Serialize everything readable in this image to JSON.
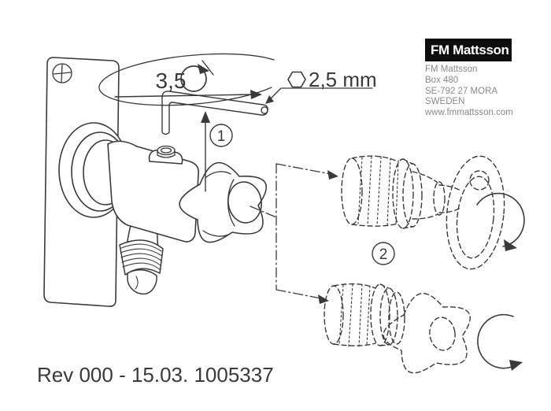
{
  "page": {
    "background": "#ffffff",
    "ink_color": "#3a3a3a"
  },
  "branding": {
    "logo_text": "FM Mattsson",
    "logo_bg": "#0d0d0d",
    "logo_fg": "#ffffff",
    "address_lines": [
      "FM Mattsson",
      "Box 480",
      "SE-792 27 MORA",
      "SWEDEN",
      "www.fmmattsson.com"
    ]
  },
  "annotations": {
    "torque_value": "3,5",
    "hex_key_size": "2,5 mm",
    "step1": "1",
    "step2": "2"
  },
  "icons": {
    "hexagon": "⬡",
    "rotation_clockwise": "↻",
    "tighten_torque": "↻"
  },
  "footer": {
    "revision": "Rev 000 - 15.03. 1005337"
  }
}
